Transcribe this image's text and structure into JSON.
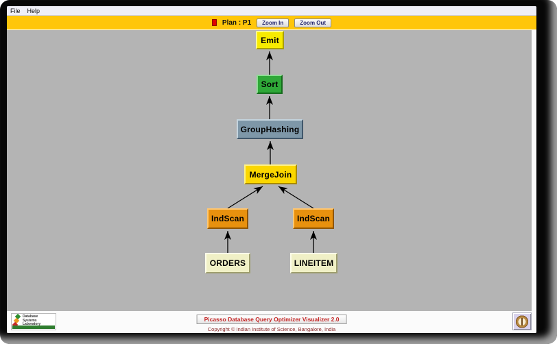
{
  "window": {
    "menu": {
      "items": [
        {
          "label": "File"
        },
        {
          "label": "Help"
        }
      ]
    },
    "toolbar": {
      "plan_label": "Plan : P1",
      "plan_swatch_color": "#E00000",
      "zoom_in_label": "Zoom In",
      "zoom_out_label": "Zoom Out",
      "bar_color": "#FFC60A"
    },
    "canvas_color": "#B4B4B4",
    "footer": {
      "lab_logo_lines": [
        "Database",
        "Systems",
        "Laboratory"
      ],
      "title": "Picasso Database Query Optimizer Visualizer 2.0",
      "title_color": "#C42525",
      "copyright": "Copyright © Indian Institute of Science, Bangalore, India",
      "iisc_logo": "iisc-emblem"
    }
  },
  "plan_tree": {
    "nodes": [
      {
        "id": "emit",
        "label": "Emit",
        "color": "#F7EB00"
      },
      {
        "id": "sort",
        "label": "Sort",
        "color": "#2FA838"
      },
      {
        "id": "grouphashing",
        "label": "GroupHashing",
        "color": "#7E97A8"
      },
      {
        "id": "mergejoin",
        "label": "MergeJoin",
        "color": "#FBD700"
      },
      {
        "id": "indscan-left",
        "label": "IndScan",
        "color": "#E8910E"
      },
      {
        "id": "indscan-right",
        "label": "IndScan",
        "color": "#E8910E"
      },
      {
        "id": "orders",
        "label": "ORDERS",
        "color": "#F0F0C6"
      },
      {
        "id": "lineitem",
        "label": "LINEITEM",
        "color": "#F0F0C6"
      }
    ],
    "edges": [
      {
        "from": "sort",
        "to": "emit"
      },
      {
        "from": "grouphashing",
        "to": "sort"
      },
      {
        "from": "mergejoin",
        "to": "grouphashing"
      },
      {
        "from": "indscan-left",
        "to": "mergejoin"
      },
      {
        "from": "indscan-right",
        "to": "mergejoin"
      },
      {
        "from": "orders",
        "to": "indscan-left"
      },
      {
        "from": "lineitem",
        "to": "indscan-right"
      }
    ]
  }
}
